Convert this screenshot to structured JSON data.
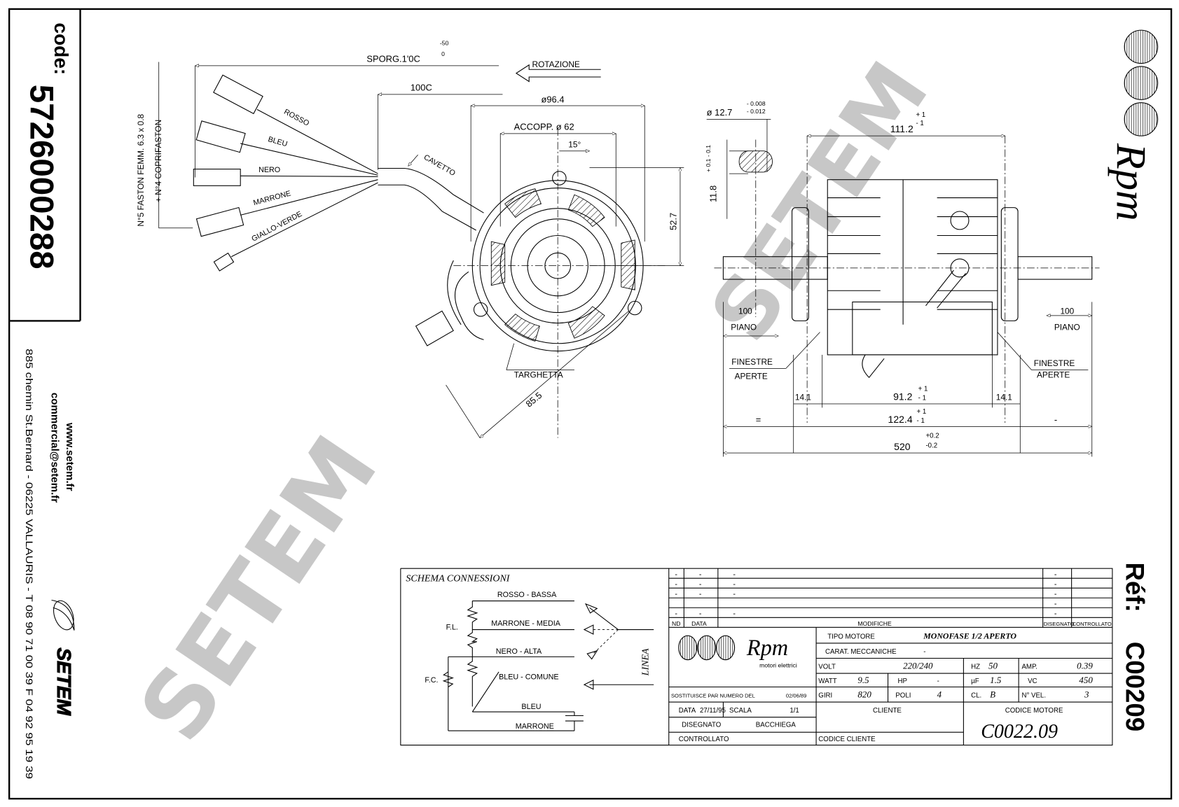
{
  "sidebar": {
    "code_label": "code:",
    "code_value": "5726000288",
    "website": "www.setem.fr",
    "email": "commercial@setem.fr",
    "address": "885 chemin St.Bernard - 06225 VALLAURIS - T 08 90 71 00 39  F 04 92 95 19 39",
    "brand": "SETEM"
  },
  "right_strip": {
    "brand": "Rpm",
    "ref_label": "Réf:",
    "ref_value": "C00209"
  },
  "watermark": "SETEM",
  "front_view": {
    "harness_note_1": "N°5 FASTON FEMM. 6.3 x 0.8",
    "harness_note_2": "+ N°4 COPRIFASTON",
    "sporg": "SPORG.1'0C",
    "sporg_tol_upper": "-50",
    "sporg_tol_lower": "0",
    "len_1000": "100C",
    "rotation": "ROTAZIONE",
    "wires": [
      "ROSSO",
      "BLEU",
      "NERO",
      "MARRONE",
      "GIALLO-VERDE"
    ],
    "cable": "CAVETTO",
    "diameter": "ø96.4",
    "coupling": "ACCOPP. ø 62",
    "angle": "15°",
    "height": "52.7",
    "plate": "TARGHETTA",
    "radius": "85.5"
  },
  "side_view": {
    "shaft_dia": "ø 12.7",
    "shaft_dia_tol_upper": "- 0.008",
    "shaft_dia_tol_lower": "- 0.012",
    "flat": "11.8",
    "flat_tol": "+ 0.1 - 0.1",
    "overall_body": "111.2",
    "tol_pm1_upper": "+ 1",
    "tol_pm1_lower": "- 1",
    "flat_len_left": "100",
    "flat_len_right": "100",
    "piano": "PIANO",
    "windows_1": "FINESTRE",
    "windows_2": "APERTE",
    "dim_141": "14.1",
    "dim_912": "91.2",
    "dim_1224": "122.4",
    "equal": "=",
    "dash": "-",
    "dim_520": "520",
    "tol_02_upper": "+0.2",
    "tol_02_lower": "-0.2"
  },
  "schema": {
    "title": "SCHEMA CONNESSIONI",
    "rows": [
      "ROSSO - BASSA",
      "MARRONE - MEDIA",
      "NERO - ALTA",
      "BLEU - COMUNE"
    ],
    "fl": "F.L.",
    "fc": "F.C.",
    "bleu": "BLEU",
    "marrone": "MARRONE",
    "linea": "LINEA"
  },
  "title_block": {
    "modif_rows": [
      [
        "-",
        "-",
        "-",
        "-",
        ""
      ],
      [
        "-",
        "-",
        "-",
        "-",
        ""
      ],
      [
        "-",
        "-",
        "-",
        "-",
        ""
      ],
      [
        "",
        "",
        "",
        "-",
        ""
      ],
      [
        "-",
        "-",
        "-",
        "-",
        ""
      ]
    ],
    "modif_headers": [
      "ND",
      "DATA",
      "MODIFICHE",
      "DISEGNATO",
      "CONTROLLATO"
    ],
    "logo_text": "Rpm",
    "logo_sub": "motori elettrici",
    "tipo_label": "TIPO MOTORE",
    "tipo_value": "MONOFASE 1/2 APERTO",
    "carat_label": "CARAT. MECCANICHE",
    "carat_value": "-",
    "volt_label": "VOLT",
    "volt_value": "220/240",
    "hz_label": "HZ",
    "hz_value": "50",
    "amp_label": "AMP.",
    "amp_value": "0.39",
    "watt_label": "WATT",
    "watt_value": "9.5",
    "hp_label": "HP",
    "hp_value": "-",
    "uf_label": "µF",
    "uf_value": "1.5",
    "vc_label": "VC",
    "vc_value": "450",
    "giri_label": "GIRI",
    "giri_value": "820",
    "poli_label": "POLI",
    "poli_value": "4",
    "cl_label": "CL.",
    "cl_value": "B",
    "vel_label": "N° VEL.",
    "vel_value": "3",
    "sostituisce": "SOSTITUISCE PAR NUMERO DEL",
    "sostituisce_date": "02/06/89",
    "data_label": "DATA",
    "data_value": "27/11/95",
    "scala_label": "SCALA",
    "scala_value": "1/1",
    "disegnato_label": "DISEGNATO",
    "disegnato_value": "BACCHIEGA",
    "controllato_label": "CONTROLLATO",
    "cliente_label": "CLIENTE",
    "codice_cliente_label": "CODICE CLIENTE",
    "codice_motore_label": "CODICE MOTORE",
    "codice_motore_value": "C0022.09"
  }
}
